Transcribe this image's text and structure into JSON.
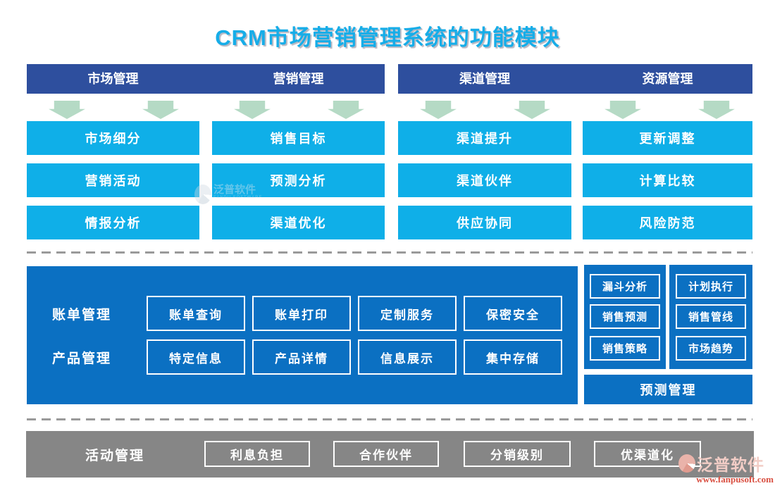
{
  "title": "CRM市场营销管理系统的功能模块",
  "columns": [
    {
      "header": "市场管理",
      "items": [
        "市场细分",
        "营销活动",
        "情报分析"
      ]
    },
    {
      "header": "营销管理",
      "items": [
        "销售目标",
        "预测分析",
        "渠道优化"
      ]
    },
    {
      "header": "渠道管理",
      "items": [
        "渠道提升",
        "渠道伙伴",
        "供应协同"
      ]
    },
    {
      "header": "资源管理",
      "items": [
        "更新调整",
        "计算比较",
        "风险防范"
      ]
    }
  ],
  "main_panel": {
    "rows": [
      {
        "label": "账单管理",
        "items": [
          "账单查询",
          "账单打印",
          "定制服务",
          "保密安全"
        ]
      },
      {
        "label": "产品管理",
        "items": [
          "特定信息",
          "产品详情",
          "信息展示",
          "集中存储"
        ]
      }
    ]
  },
  "side_panel": {
    "columns": [
      [
        "漏斗分析",
        "销售预测",
        "销售策略"
      ],
      [
        "计划执行",
        "销售管线",
        "市场趋势"
      ]
    ],
    "footer": "预测管理"
  },
  "bottom_bar": {
    "label": "活动管理",
    "items": [
      "利息负担",
      "合作伙伴",
      "分销级别",
      "优渠道化"
    ]
  },
  "watermark": {
    "name": "泛普软件",
    "subtitle": "FANPU SOFTWARE"
  },
  "logo": {
    "name": "泛普软件",
    "url": "www.fanpusoft.com"
  },
  "colors": {
    "title_cyan": "#16ade8",
    "header_blue": "#2e4f9e",
    "item_blue": "#0fafe8",
    "panel_blue": "#0b70c2",
    "bar_gray": "#868686",
    "arrow_green": "#b5dac5",
    "divider_gray": "#9a9a9a",
    "logo_pink": "#f2cdc6",
    "logo_red": "#d94f41"
  }
}
